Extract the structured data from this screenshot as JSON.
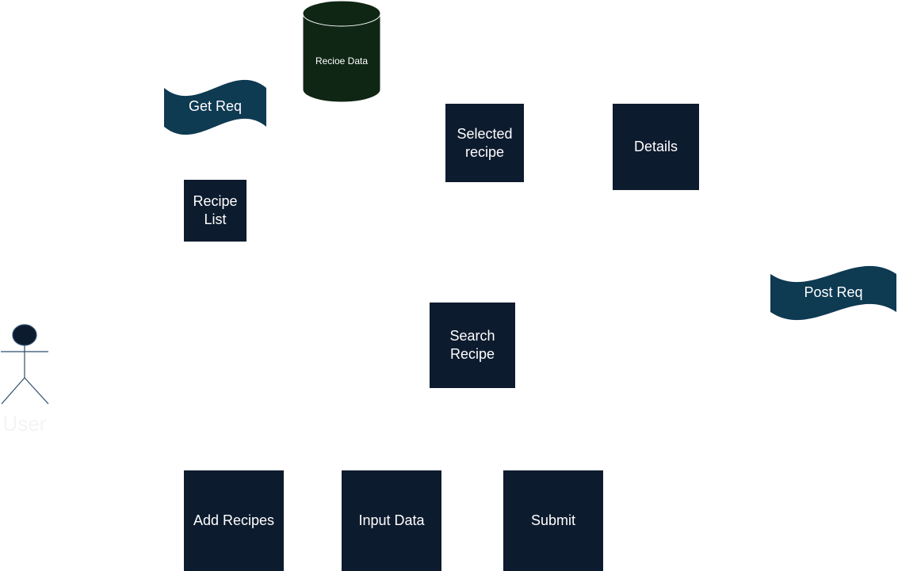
{
  "diagram": {
    "colors": {
      "node_fill": "#0d1b2e",
      "tape_fill": "#0e3a52",
      "cylinder_fill": "#0f2614",
      "actor_fill": "#0d1b2e",
      "actor_stroke": "#2f4e6e",
      "edge_color": "#ffffff",
      "text_color": "#ffffff"
    },
    "actor": {
      "label": "User",
      "icon": "stick-figure-icon"
    },
    "datastore": {
      "label": "Recioe Data",
      "icon": "database-cylinder-icon"
    },
    "tapes": {
      "get_req": {
        "label": "Get Req"
      },
      "post_req": {
        "label": "Post Req"
      }
    },
    "nodes": {
      "recipe_list": {
        "label": "Recipe\nList"
      },
      "selected_recipe": {
        "label": "Selected\nrecipe"
      },
      "details": {
        "label": "Details"
      },
      "search_recipe": {
        "label": "Search\nRecipe"
      },
      "add_recipes": {
        "label": "Add Recipes"
      },
      "input_data": {
        "label": "Input Data"
      },
      "submit": {
        "label": "Submit"
      }
    }
  }
}
